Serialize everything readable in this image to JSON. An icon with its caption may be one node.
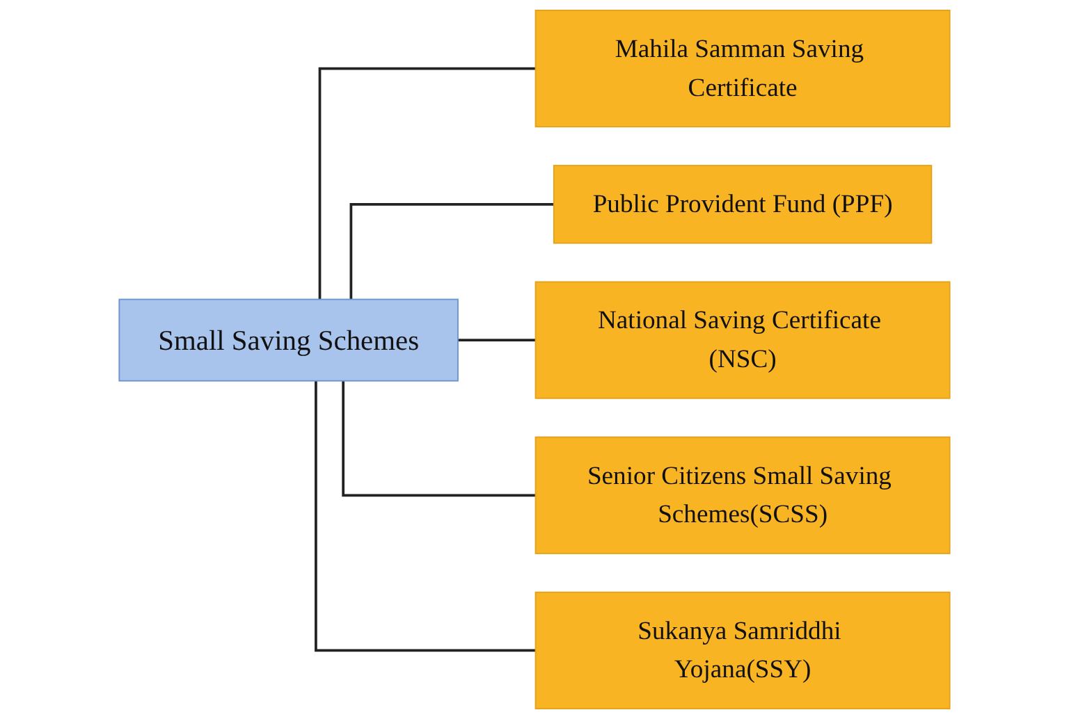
{
  "diagram": {
    "nodes": [
      {
        "text": [
          "Small Saving Schemes"
        ]
      },
      {
        "text": [
          "Mahila Samman Saving Certificate"
        ]
      },
      {
        "text": [
          "Public Provident Fund (PPF)"
        ]
      },
      {
        "text": [
          "National Saving Certificate (NSC)"
        ]
      },
      {
        "text": [
          "Senior Citizens Small Saving Schemes(SCSS)"
        ]
      },
      {
        "text": [
          "Sukanya Samriddhi Yojana(SSY)"
        ]
      }
    ],
    "edges": [
      {
        "from": 0,
        "to": 1,
        "arrow": "none"
      },
      {
        "from": 0,
        "to": 2,
        "arrow": "none"
      },
      {
        "from": 0,
        "to": 3,
        "arrow": "none"
      },
      {
        "from": 0,
        "to": 4,
        "arrow": "none"
      },
      {
        "from": 0,
        "to": 5,
        "arrow": "none"
      }
    ]
  }
}
